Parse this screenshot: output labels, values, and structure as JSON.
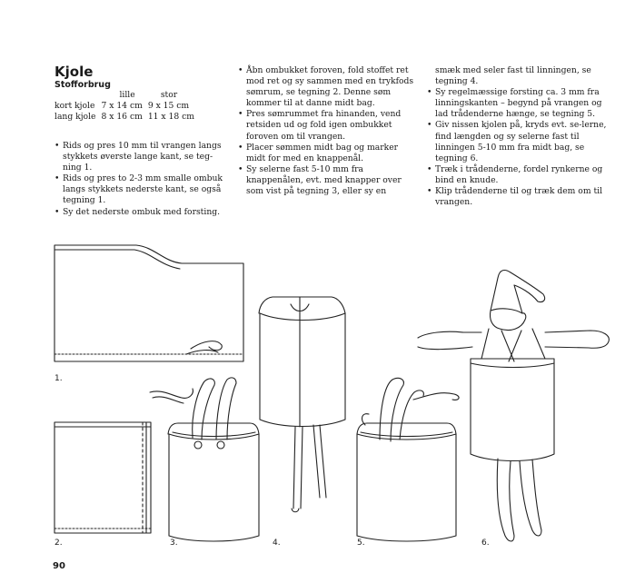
{
  "title": "Kjole",
  "subtitle": "Stofforbrug",
  "sizes": {
    "header": [
      "",
      "lille",
      "stor"
    ],
    "rows": [
      [
        "kort kjole",
        "7 x 14 cm",
        "9 x 15 cm"
      ],
      [
        "lang kjole",
        "8 x 16 cm",
        "11 x 18 cm"
      ]
    ]
  },
  "col1": [
    "Rids og pres 10 mm til vrangen langs stykkets øverste lange kant, se teg-ning 1.",
    "Rids og pres to 2-3 mm smalle ombuk langs stykkets nederste kant, se også tegning 1.",
    "Sy det nederste ombuk med forsting."
  ],
  "col2": [
    "Åbn ombukket foroven, fold stoffet ret mod ret og sy sammen med en trykfods sømrum, se tegning 2. Denne søm kommer til at danne midt bag.",
    "Pres sømrummet fra hinanden, vend retsiden ud og fold igen ombukket foroven om til vrangen.",
    "Placer sømmen midt bag og marker midt for med en knappenål.",
    "Sy selerne fast 5-10 mm fra knappenålen, evt. med knapper over som vist på tegning 3, eller sy en"
  ],
  "col3_continuation": "smæk med seler fast til linningen, se tegning 4.",
  "col3": [
    "Sy regelmæssige forsting ca. 3 mm fra linningskanten – begynd på vrangen og lad trådenderne hænge, se tegning 5.",
    "Giv nissen kjolen på, kryds evt. se-lerne, find længden og sy selerne fast til linningen 5-10 mm fra midt bag, se tegning 6.",
    "Træk i trådenderne, fordel rynkerne og bind en knude.",
    "Klip trådenderne til og træk dem om til vrangen."
  ],
  "figures": {
    "f1": "1.",
    "f2": "2.",
    "f3": "3.",
    "f4": "4.",
    "f5": "5.",
    "f6": "6."
  },
  "page_number": "90"
}
